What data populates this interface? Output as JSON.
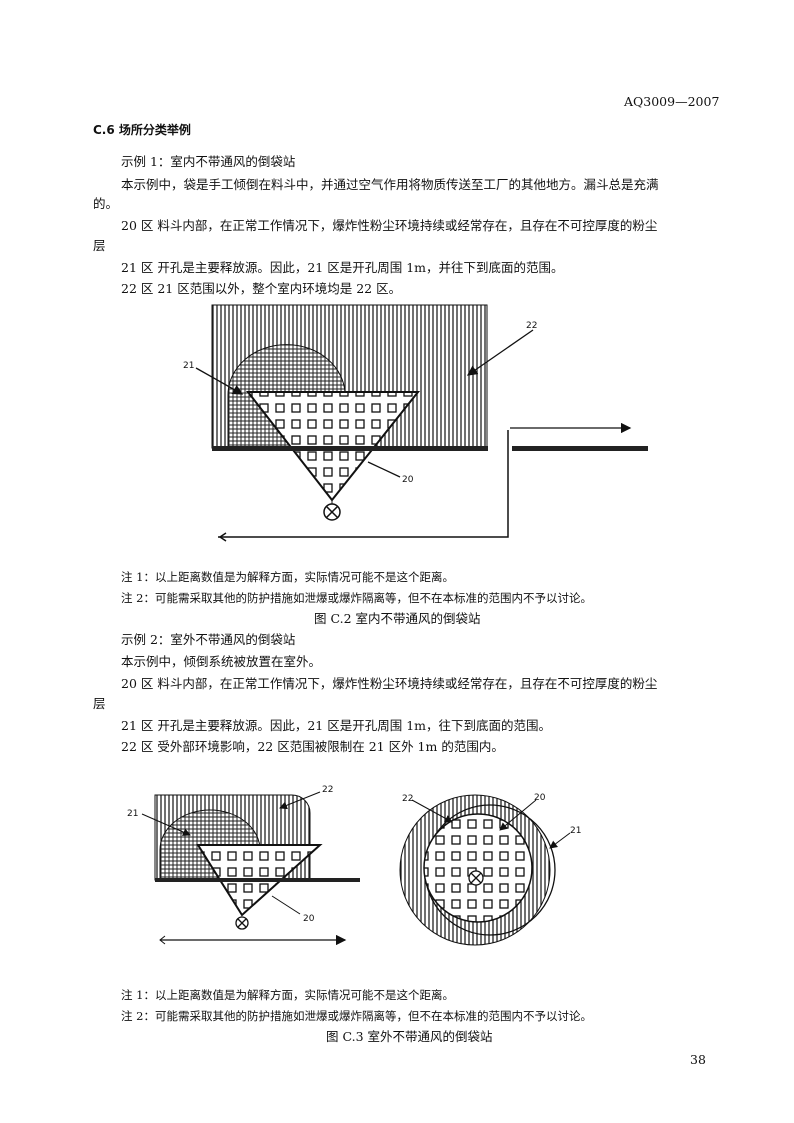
{
  "header": {
    "doc_code": "AQ3009—2007"
  },
  "section": {
    "title": "C.6  场所分类举例"
  },
  "example1": {
    "title": "示例 1：室内不带通风的倒袋站",
    "desc_line1": "本示例中，袋是手工倾倒在料斗中，并通过空气作用将物质传送至工厂的其他地方。漏斗总是充满",
    "desc_line2": "的。",
    "zone20_line1": "20 区  料斗内部，在正常工作情况下，爆炸性粉尘环境持续或经常存在，且存在不可控厚度的粉尘",
    "zone20_line2": "层",
    "zone21": "21 区  开孔是主要释放源。因此，21 区是开孔周围 1m，并往下到底面的范围。",
    "zone22": "22 区  21 区范围以外，整个室内环境均是 22 区。",
    "labels": {
      "z20": "20",
      "z21": "21",
      "z22": "22"
    },
    "note1": "注 1：以上距离数值是为解释方面，实际情况可能不是这个距离。",
    "note2": "注 2：可能需采取其他的防护措施如泄爆或爆炸隔离等，但不在本标准的范围内不予以讨论。",
    "caption": "图 C.2 室内不带通风的倒袋站"
  },
  "example2": {
    "title": "示例 2：室外不带通风的倒袋站",
    "desc": "本示例中，倾倒系统被放置在室外。",
    "zone20_line1": "20 区  料斗内部，在正常工作情况下，爆炸性粉尘环境持续或经常存在，且存在不可控厚度的粉尘",
    "zone20_line2": "层",
    "zone21": "21 区  开孔是主要释放源。因此，21 区是开孔周围 1m，往下到底面的范围。",
    "zone22": "22 区  受外部环境影响，22 区范围被限制在 21 区外 1m 的范围内。",
    "labels": {
      "z20": "20",
      "z21": "21",
      "z22": "22"
    },
    "note1": "注 1：以上距离数值是为解释方面，实际情况可能不是这个距离。",
    "note2": "注 2：可能需采取其他的防护措施如泄爆或爆炸隔离等，但不在本标准的范围内不予以讨论。",
    "caption": "图 C.3  室外不带通风的倒袋站"
  },
  "footer": {
    "page_number": "38"
  }
}
